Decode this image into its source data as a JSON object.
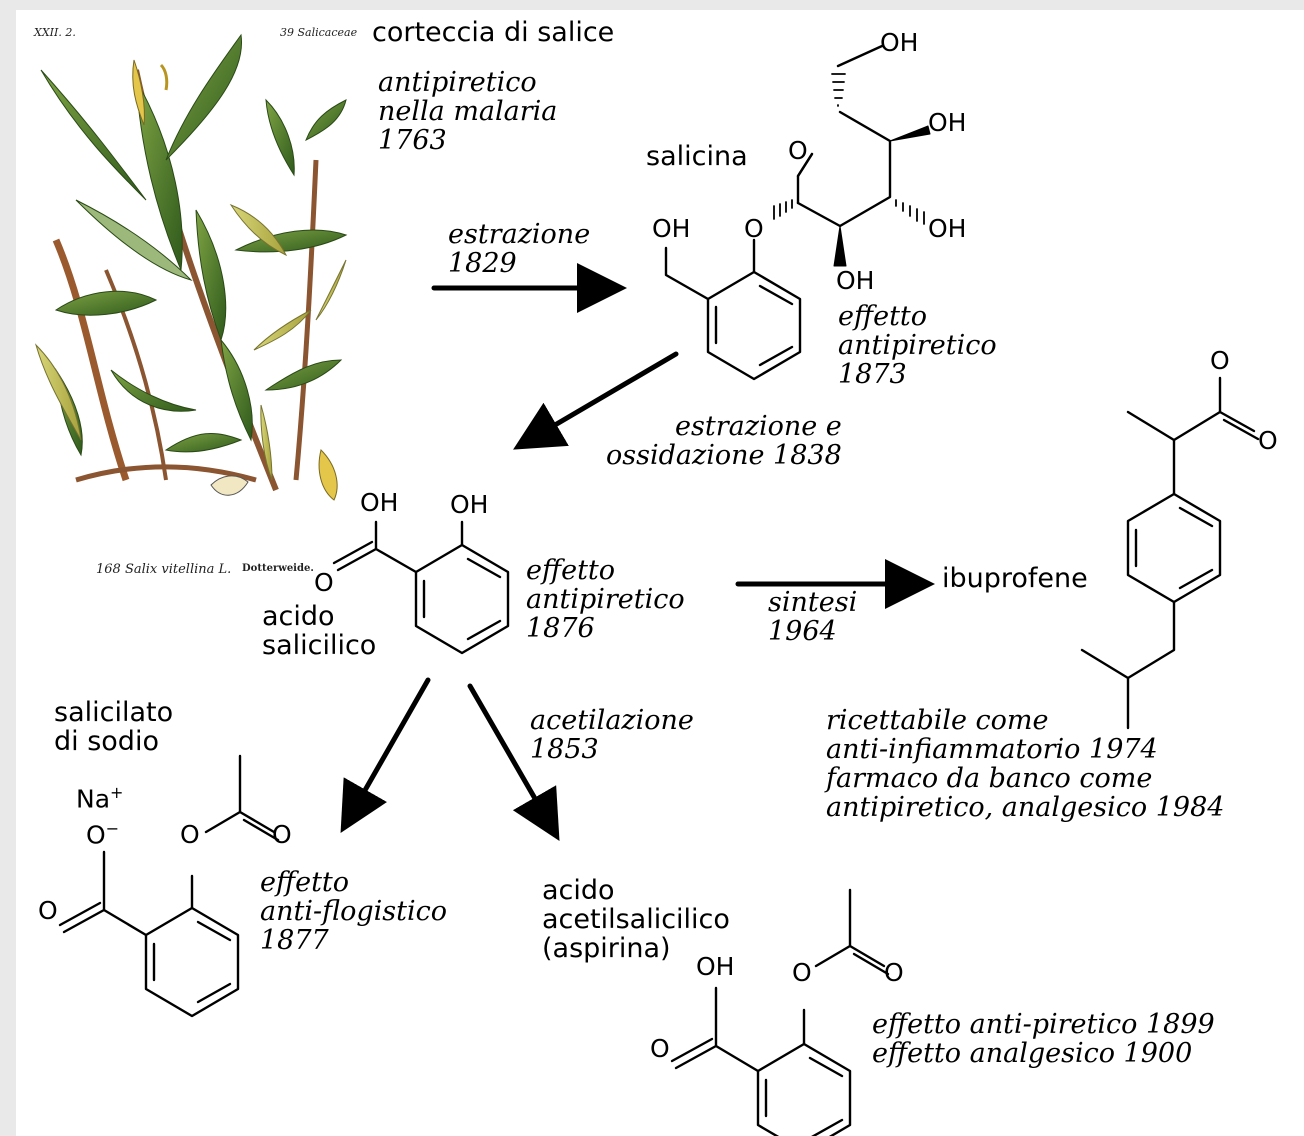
{
  "plant": {
    "plate_left": "XXII. 2.",
    "plate_right": "39 Salicaceae",
    "caption": "168 Salix vitellina L.",
    "caption_right": "Dotterweide."
  },
  "labels": {
    "bark": "corteccia di salice",
    "bark_note": "antipiretico\nnella malaria\n1763",
    "extraction_1829": "estrazione\n1829",
    "salicin": "salicina",
    "salicin_effect": "effetto\nantipiretico\n1873",
    "extraction_oxidation": "estrazione e\nossidazione 1838",
    "salicylic_acid": "acido\nsalicilico",
    "salicylic_effect": "effetto\nantipiretico\n1876",
    "synthesis": "sintesi\n1964",
    "ibuprofen": "ibuprofene",
    "ibuprofen_note": "ricettabile come\nanti-infiammatorio 1974\nfarmaco da banco come\nantipiretico, analgesico 1984",
    "sodium_salicylate": "salicilato\ndi sodio",
    "sodium_effect": "effetto\nanti-flogistico\n1877",
    "acetylation": "acetilazione\n1853",
    "aspirin": "acido\nacetilsalicilico\n(aspirina)",
    "aspirin_effect": "effetto anti-piretico 1899\neffetto analgesico 1900"
  },
  "atoms": {
    "oh": "OH",
    "o": "O",
    "na": "Na",
    "plus": "+",
    "minus": "−"
  },
  "colors": {
    "background": "#e9e9e9",
    "canvas": "#ffffff",
    "ink": "#000000",
    "leaf": "#3d6b22",
    "catkin": "#c9c65a"
  }
}
